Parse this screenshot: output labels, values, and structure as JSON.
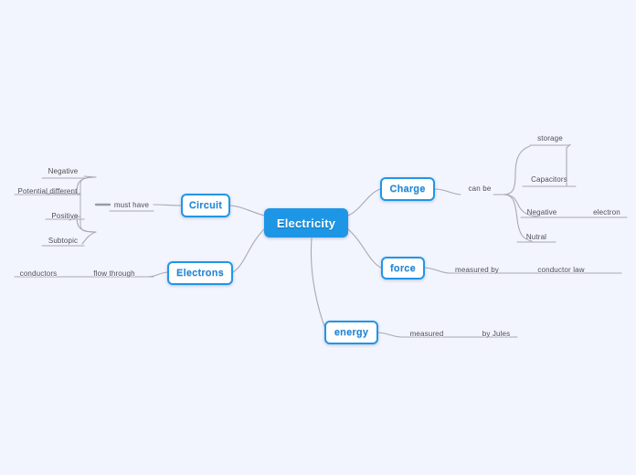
{
  "diagram": {
    "type": "mind-map",
    "background_color": "#f2f4fe",
    "root_color": "#1e96e6",
    "node_border_color": "#2196e8",
    "node_text_color": "#1e86d8",
    "connector_color": "#a9a9b3",
    "leaf_text_color": "#4a4a55",
    "root": {
      "label": "Electricity"
    },
    "branches": [
      {
        "id": "circuit",
        "label": "Circuit",
        "side": "left",
        "connector_label": "must have",
        "children": [
          {
            "label": "Negative"
          },
          {
            "label": "Potential different"
          },
          {
            "label": "Positive"
          },
          {
            "label": "Subtopic"
          }
        ]
      },
      {
        "id": "electrons",
        "label": "Electrons",
        "side": "left",
        "connector_label": "flow through",
        "children": [
          {
            "label": "conductors"
          }
        ]
      },
      {
        "id": "charge",
        "label": "Charge",
        "side": "right",
        "connector_label": "can be",
        "children": [
          {
            "label": "Capacitors",
            "children": [
              {
                "label": "storage"
              }
            ]
          },
          {
            "label": "Negative",
            "children": [
              {
                "label": "electron"
              }
            ]
          },
          {
            "label": "Nutral"
          }
        ]
      },
      {
        "id": "force",
        "label": "force",
        "side": "right",
        "connector_label": "measured by",
        "children": [
          {
            "label": "conductor law"
          }
        ]
      },
      {
        "id": "energy",
        "label": "energy",
        "side": "right",
        "connector_label": "measured",
        "children": [
          {
            "label": "by Jules"
          }
        ]
      }
    ]
  }
}
